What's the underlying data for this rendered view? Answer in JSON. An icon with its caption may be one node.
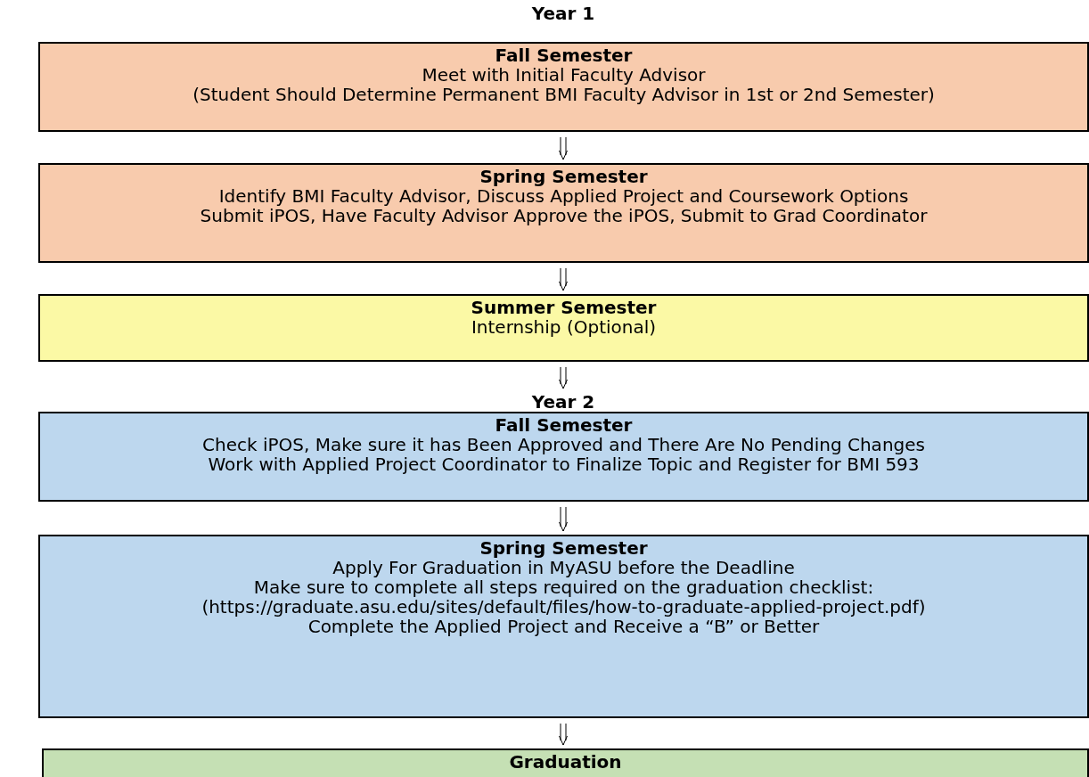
{
  "diagram": {
    "nodes": [
      {
        "text": [
          "Fall Semester",
          "Meet with Initial Faculty Advisor",
          "(Student Should Determine Permanent BMI Faculty Advisor in 1st or 2nd Semester)"
        ]
      },
      {
        "text": [
          "Spring Semester",
          "Identify BMI Faculty Advisor, Discuss Applied Project and Coursework Options",
          "Submit iPOS, Have Faculty Advisor Approve the iPOS, Submit to Grad Coordinator"
        ]
      },
      {
        "text": [
          "Summer Semester",
          "Internship (Optional)"
        ]
      },
      {
        "text": [
          "Year 2"
        ]
      },
      {
        "text": [
          "Fall Semester",
          "Check iPOS, Make sure it has Been Approved and There Are No Pending Changes",
          "Work with Applied Project Coordinator to Finalize Topic and Register for BMI 593"
        ]
      },
      {
        "text": [
          "Spring Semester",
          "Apply For Graduation in MyASU before the Deadline",
          "Make sure to complete all steps required on the graduation checklist:",
          "(https://graduate.asu.edu/sites/default/files/how-to-graduate-applied-project.pdf)",
          "Complete the Applied Project and Receive a “B” or Better"
        ]
      },
      {
        "text": [
          "Graduation"
        ]
      }
    ],
    "edges": [
      {
        "from": 0,
        "to": 1,
        "arrow": "to"
      },
      {
        "from": 1,
        "to": 2,
        "arrow": "to"
      },
      {
        "from": 2,
        "to": 3,
        "arrow": "to"
      },
      {
        "from": 4,
        "to": 5,
        "arrow": "to"
      },
      {
        "from": 5,
        "to": 6,
        "arrow": "to"
      }
    ],
    "labels": [
      "Year 1"
    ]
  }
}
